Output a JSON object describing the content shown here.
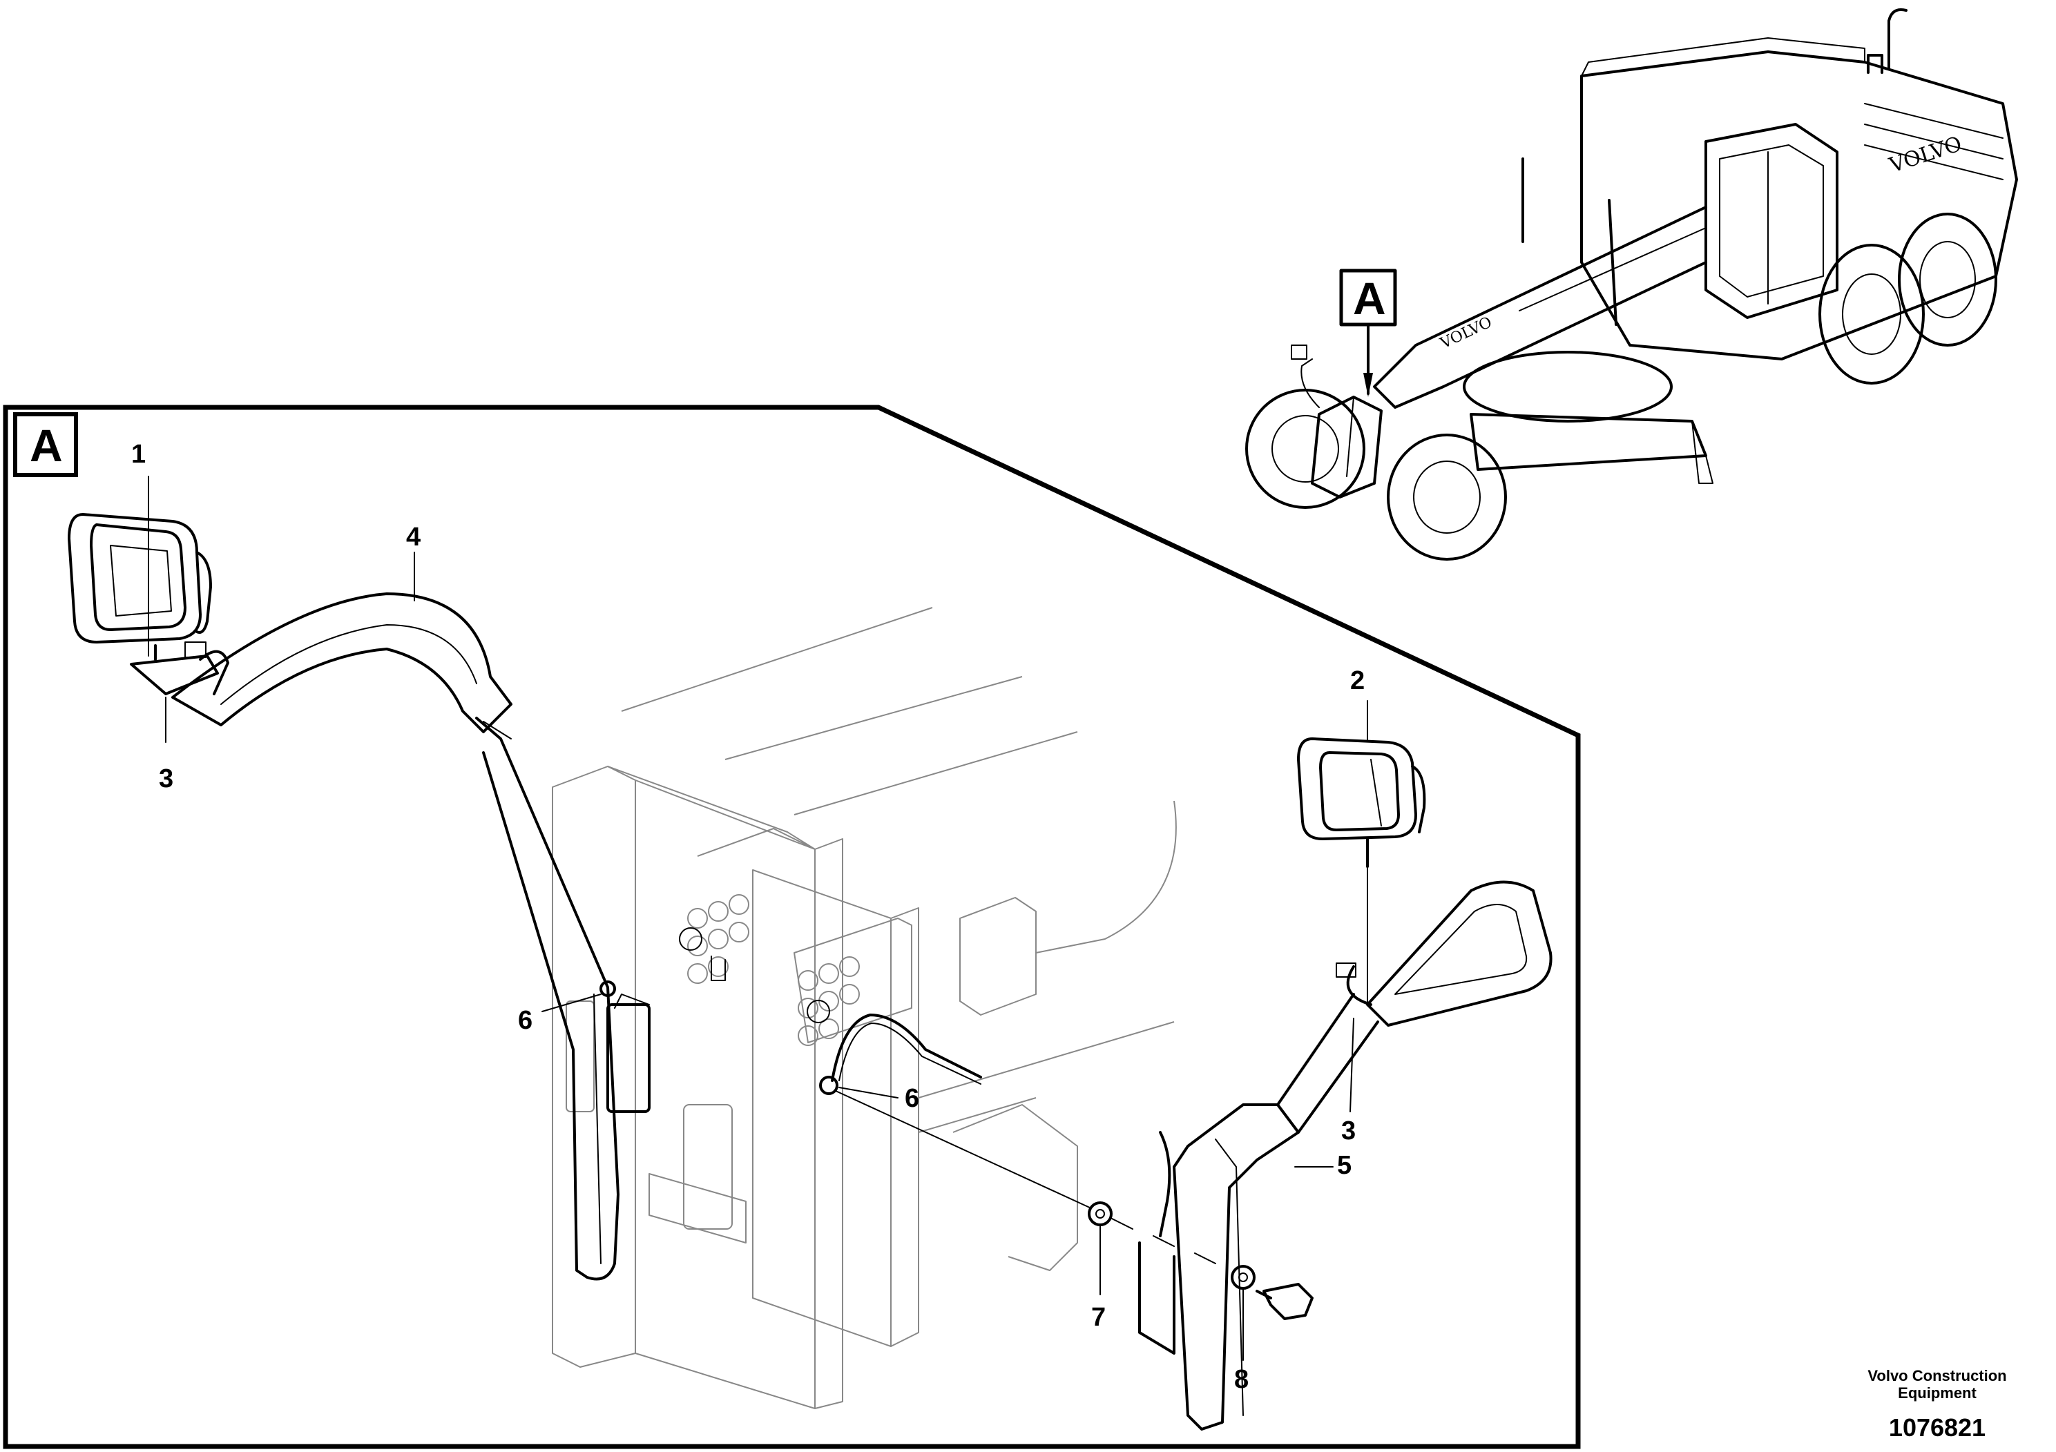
{
  "detail_letter": "A",
  "callouts": [
    "1",
    "2",
    "3",
    "3",
    "4",
    "5",
    "6",
    "6",
    "7",
    "8"
  ],
  "vehicle_brand": "VOLVO",
  "footer": {
    "company_line1": "Volvo Construction",
    "company_line2": "Equipment",
    "drawing_number": "1076821"
  }
}
